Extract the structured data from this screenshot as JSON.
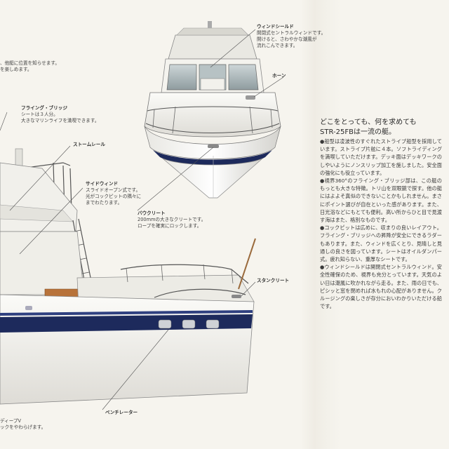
{
  "labels": {
    "top_left_fragment": [
      "、他艇に位置を知らせます。",
      "を楽しめます。"
    ],
    "windshield": {
      "title": "ウィンドシールド",
      "desc": [
        "開閉式セントラルウィンドです。",
        "開けると、さわやかな潮風が",
        "流れこんできます。"
      ]
    },
    "horn": {
      "title": "ホーン"
    },
    "flying_bridge": {
      "title": "フライング・ブリッジ",
      "desc": [
        "シートは３人分。",
        "大きなマリンライフを満喫できます。"
      ]
    },
    "storm_rail": {
      "title": "ストームレール"
    },
    "side_window": {
      "title": "サイドウィンド",
      "desc": [
        "スライドオープン式です。",
        "光がコックピットの隅々に",
        "までわたります。"
      ]
    },
    "bow_cleat": {
      "title": "バウクリート",
      "desc": [
        "200mmの大きなクリートです。",
        "ロープを確実にロックします。"
      ]
    },
    "stern_cleat": {
      "title": "スタンクリート"
    },
    "ventilator": {
      "title": "ベンチレーター"
    },
    "bottom_left_fragment": [
      "ディープV",
      "ックをやわらげます。"
    ]
  },
  "article": {
    "heading_lines": [
      "どこをとっても、何を求めても",
      "STR-25FBは一流の艇。"
    ],
    "paragraphs": [
      "●船型は凌波性のすぐれたストライプ船型を採用しています。ストライプ片舷に４本。ソフトライディングを満喫していただけます。デッキ面はデッキワークのしやいようにノンスリップ加工を施しました。安全面の強化にも役立っています。",
      "●視界360°のフライング・ブリッジ部は、この艇のもっとも大きな特徴。トリ山を双眼鏡で探す。他の艇にはよよそ真似のできないことかもしれません。まさにポイント選びが自在といった感があります。また、日光浴などにもとても便利。高い所からひと目で見渡す海はまた、格別なものです。",
      "●コックピットは広めに、収まりの良いレイアウト。フライング・ブリッジへの昇降が安全にできるラダーもあります。また、ウィンドを広くとり、見晴しと見通しの良さを図っています。シートはオイルダンパー式。疲れ知らない、重厚なシートです。",
      "●ウィンドシールドは開閉式セントラルウィンド。安全性確保のため、視界も充分とっています。天気のよい日は潮風に吹かれながら走る。また、雨の日でも、ピシッと窓を閉めれば水もれの心配がありません。クルージングの楽しさが存分においわかりいただける船です。"
    ]
  },
  "colors": {
    "hull_stripe": "#1d2a5c",
    "hull_white": "#f2f2ee",
    "wood": "#b8733a",
    "text": "#3a3a3a"
  }
}
